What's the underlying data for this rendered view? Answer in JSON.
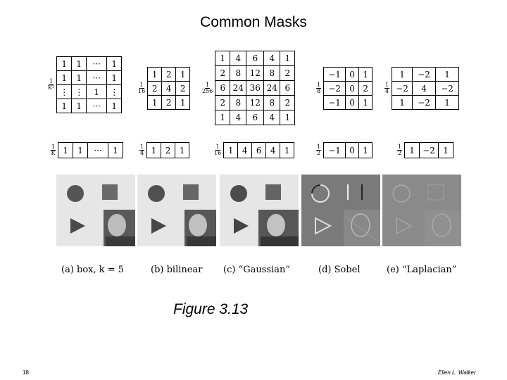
{
  "title": "Common Masks",
  "figure_caption": "Figure 3.13",
  "page_number": "18",
  "author": "Ellen L. Walker",
  "masks_2d": [
    {
      "scale_num": "1",
      "scale_den": "K²",
      "rows": [
        [
          "1",
          "1",
          "···",
          "1"
        ],
        [
          "1",
          "1",
          "···",
          "1"
        ],
        [
          "⋮",
          "⋮",
          "1",
          "⋮"
        ],
        [
          "1",
          "1",
          "···",
          "1"
        ]
      ]
    },
    {
      "scale_num": "1",
      "scale_den": "16",
      "rows": [
        [
          "1",
          "2",
          "1"
        ],
        [
          "2",
          "4",
          "2"
        ],
        [
          "1",
          "2",
          "1"
        ]
      ]
    },
    {
      "scale_num": "1",
      "scale_den": "256",
      "rows": [
        [
          "1",
          "4",
          "6",
          "4",
          "1"
        ],
        [
          "2",
          "8",
          "12",
          "8",
          "2"
        ],
        [
          "6",
          "24",
          "36",
          "24",
          "6"
        ],
        [
          "2",
          "8",
          "12",
          "8",
          "2"
        ],
        [
          "1",
          "4",
          "6",
          "4",
          "1"
        ]
      ]
    },
    {
      "scale_num": "1",
      "scale_den": "8",
      "rows": [
        [
          "−1",
          "0",
          "1"
        ],
        [
          "−2",
          "0",
          "2"
        ],
        [
          "−1",
          "0",
          "1"
        ]
      ]
    },
    {
      "scale_num": "1",
      "scale_den": "4",
      "rows": [
        [
          "1",
          "−2",
          "1"
        ],
        [
          "−2",
          "4",
          "−2"
        ],
        [
          "1",
          "−2",
          "1"
        ]
      ]
    }
  ],
  "masks_1d": [
    {
      "scale_num": "1",
      "scale_den": "K",
      "row": [
        "1",
        "1",
        "···",
        "1"
      ]
    },
    {
      "scale_num": "1",
      "scale_den": "4",
      "row": [
        "1",
        "2",
        "1"
      ]
    },
    {
      "scale_num": "1",
      "scale_den": "16",
      "row": [
        "1",
        "4",
        "6",
        "4",
        "1"
      ]
    },
    {
      "scale_num": "1",
      "scale_den": "2",
      "row": [
        "−1",
        "0",
        "1"
      ]
    },
    {
      "scale_num": "1",
      "scale_den": "2",
      "row": [
        "1",
        "−2",
        "1"
      ]
    }
  ],
  "panel_labels": [
    "(a) box, k = 5",
    "(b) bilinear",
    "(c) “Gaussian”",
    "(d) Sobel",
    "(e) “Laplacian”"
  ]
}
